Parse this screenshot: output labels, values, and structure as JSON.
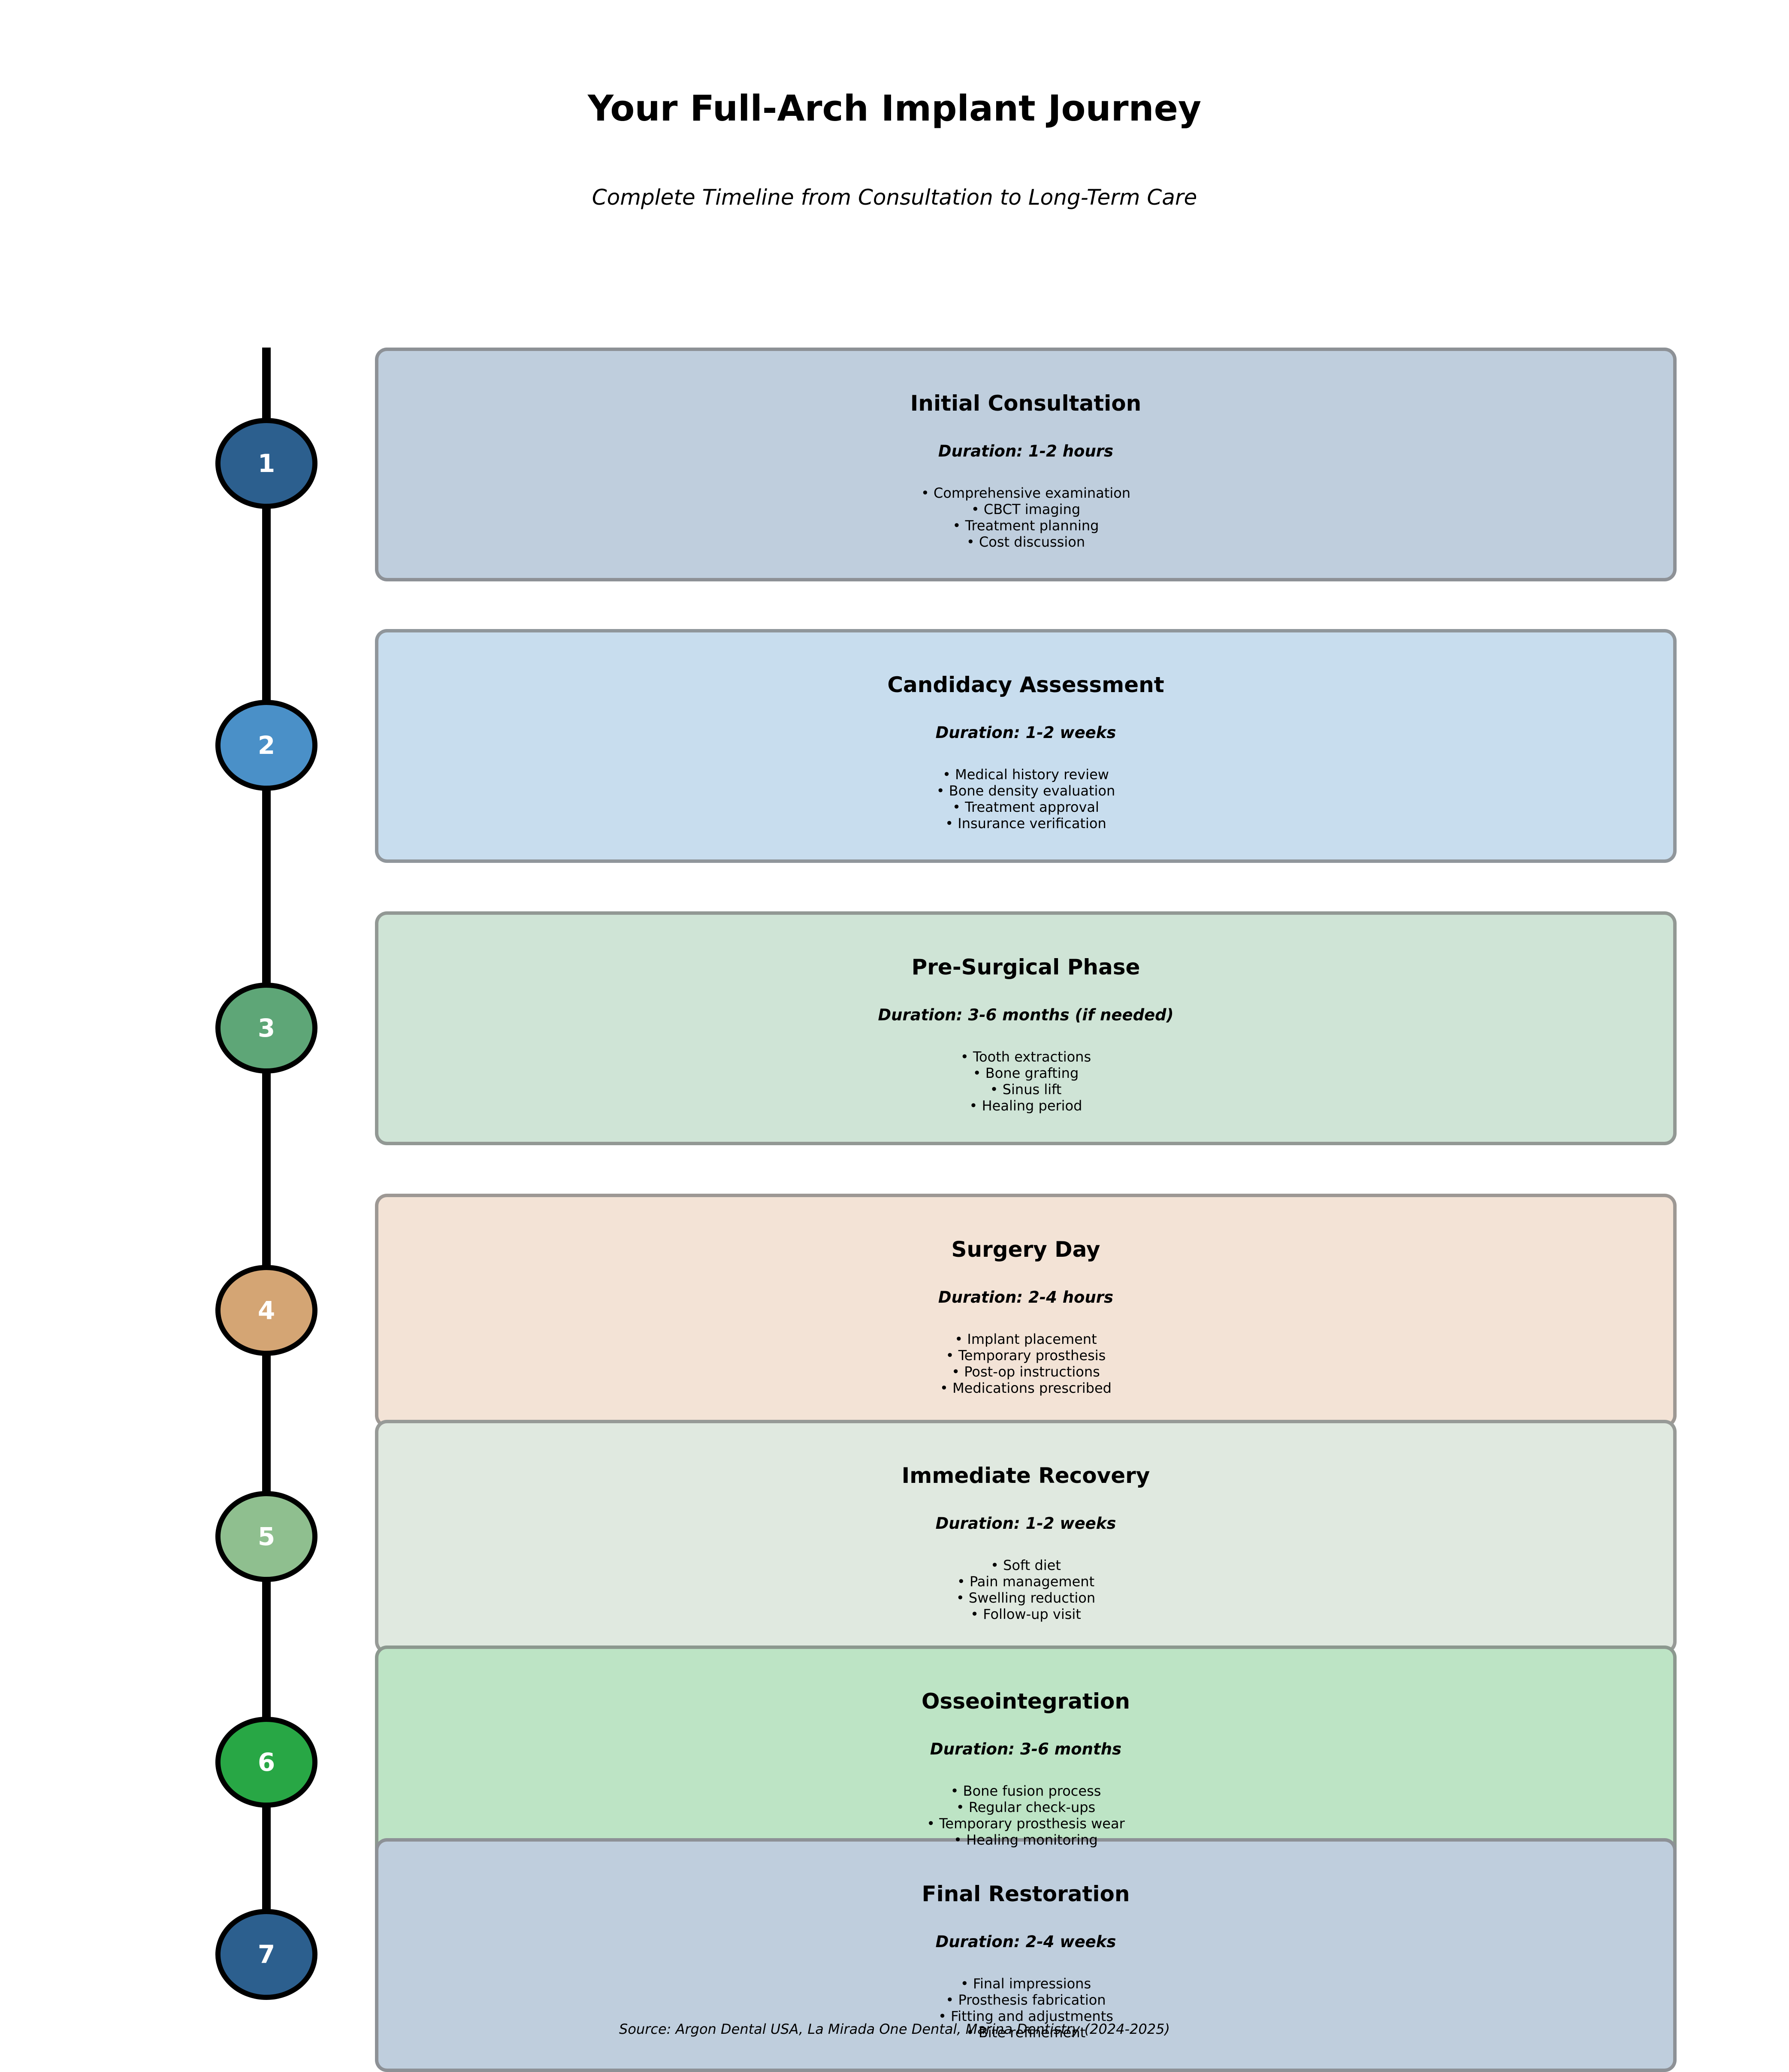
{
  "title": "Your Full-Arch Implant Journey",
  "subtitle": "Complete Timeline from Consultation to Long-Term Care",
  "source": "Source: Argon Dental USA, La Mirada One Dental, Marina Dentistry (2024-2025)",
  "steps": [
    {
      "number": "1",
      "title": "Initial Consultation",
      "duration": "Duration: 1-2 hours",
      "items": [
        "• Comprehensive examination",
        "• CBCT imaging",
        "• Treatment planning",
        "• Cost discussion"
      ],
      "marker_color": "#2c5f8e",
      "card_color": "#bfcedd"
    },
    {
      "number": "2",
      "title": "Candidacy Assessment",
      "duration": "Duration: 1-2 weeks",
      "items": [
        "• Medical history review",
        "• Bone density evaluation",
        "• Treatment approval",
        "• Insurance verification"
      ],
      "marker_color": "#4a90c8",
      "card_color": "#c8ddee"
    },
    {
      "number": "3",
      "title": "Pre-Surgical Phase",
      "duration": "Duration: 3-6 months (if needed)",
      "items": [
        "• Tooth extractions",
        "• Bone grafting",
        "• Sinus lift",
        "• Healing period"
      ],
      "marker_color": "#5ea677",
      "card_color": "#cfe4d6"
    },
    {
      "number": "4",
      "title": "Surgery Day",
      "duration": "Duration: 2-4 hours",
      "items": [
        "• Implant placement",
        "• Temporary prosthesis",
        "• Post-op instructions",
        "• Medications prescribed"
      ],
      "marker_color": "#d4a574",
      "card_color": "#f3e3d6"
    },
    {
      "number": "5",
      "title": "Immediate Recovery",
      "duration": "Duration: 1-2 weeks",
      "items": [
        "• Soft diet",
        "• Pain management",
        "• Swelling reduction",
        "• Follow-up visit"
      ],
      "marker_color": "#8fbf8f",
      "card_color": "#e0e9e0"
    },
    {
      "number": "6",
      "title": "Osseointegration",
      "duration": "Duration: 3-6 months",
      "items": [
        "• Bone fusion process",
        "• Regular check-ups",
        "• Temporary prosthesis wear",
        "• Healing monitoring"
      ],
      "marker_color": "#28a745",
      "card_color": "#bde4c5"
    },
    {
      "number": "7",
      "title": "Final Restoration",
      "duration": "Duration: 2-4 weeks",
      "items": [
        "• Final impressions",
        "• Prosthesis fabrication",
        "• Fitting and adjustments",
        "• Bite refinement"
      ],
      "marker_color": "#2c5f8e",
      "card_color": "#bfcedd"
    }
  ]
}
